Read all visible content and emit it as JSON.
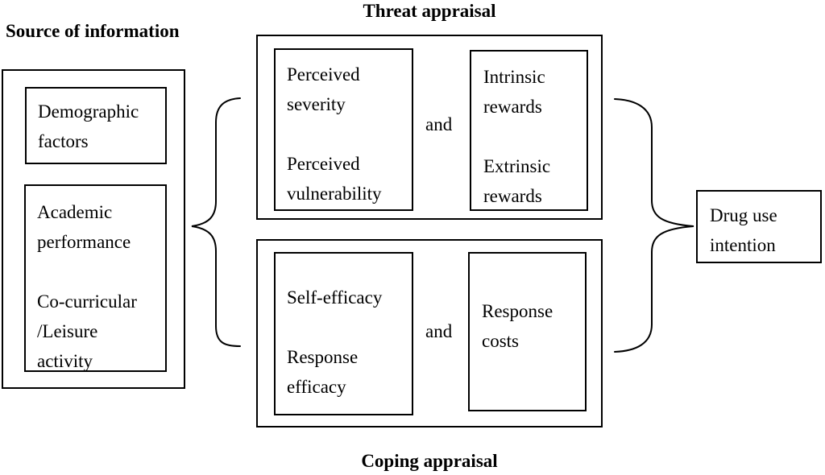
{
  "headings": {
    "source": "Source of information",
    "threat": "Threat appraisal",
    "coping": "Coping appraisal"
  },
  "source_group": {
    "demographic_factors": "Demographic\nfactors",
    "academic_block": "Academic\nperformance\n\nCo-curricular\n/Leisure\nactivity"
  },
  "threat_group": {
    "left_box": "Perceived\nseverity\n\nPerceived\nvulnerability",
    "conjunction": "and",
    "right_box": "Intrinsic\nrewards\n\nExtrinsic\nrewards"
  },
  "coping_group": {
    "left_box": "Self-efficacy\n\nResponse\nefficacy",
    "conjunction": "and",
    "right_box": "Response\ncosts"
  },
  "outcome": {
    "label": "Drug use\nintention"
  },
  "colors": {
    "line": "#000000",
    "text": "#000000",
    "background": "#ffffff"
  }
}
